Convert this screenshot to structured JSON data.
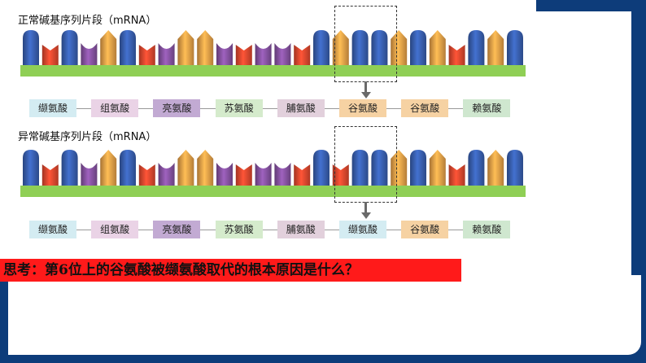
{
  "slide": {
    "normal_label": "正常碱基序列片段（mRNA）",
    "mutant_label": "异常碱基序列片段（mRNA）",
    "question": "思考：第6位上的谷氨酸被缬氨酸取代的根本原因是什么？"
  },
  "normal_amino_acids": [
    "缬氨酸",
    "组氨酸",
    "亮氨酸",
    "苏氨酸",
    "脯氨酸",
    "谷氨酸",
    "谷氨酸",
    "赖氨酸"
  ],
  "mutant_amino_acids": [
    "缬氨酸",
    "组氨酸",
    "亮氨酸",
    "苏氨酸",
    "脯氨酸",
    "缬氨酸",
    "谷氨酸",
    "赖氨酸"
  ],
  "normal_bases": [
    "U",
    "A",
    "U",
    "C",
    "G",
    "U",
    "A",
    "C",
    "G",
    "G",
    "C",
    "A",
    "C",
    "C",
    "A",
    "U",
    "G",
    "U",
    "U",
    "G",
    "U",
    "G",
    "A",
    "U",
    "G",
    "U"
  ],
  "mutant_bases": [
    "U",
    "A",
    "U",
    "C",
    "G",
    "U",
    "A",
    "C",
    "G",
    "G",
    "C",
    "A",
    "C",
    "C",
    "A",
    "U",
    "A",
    "U",
    "U",
    "G",
    "U",
    "G",
    "A",
    "U",
    "G",
    "U"
  ],
  "colors": {
    "U": "#3a62b5",
    "A": "#e84a30",
    "C": "#8a55a6",
    "G": "#f0a54a",
    "backbone": "#8fcf55",
    "question_bg": "#ff1a1a",
    "frame": "#0d3c7a"
  },
  "aa_colors": {
    "缬氨酸": "#d4ecf2",
    "组氨酸": "#ead3e6",
    "亮氨酸": "#c2aad3",
    "苏氨酸": "#d5ebcc",
    "脯氨酸": "#e2d0dc",
    "谷氨酸": "#f6d2a3",
    "赖氨酸": "#cfe7cf"
  }
}
